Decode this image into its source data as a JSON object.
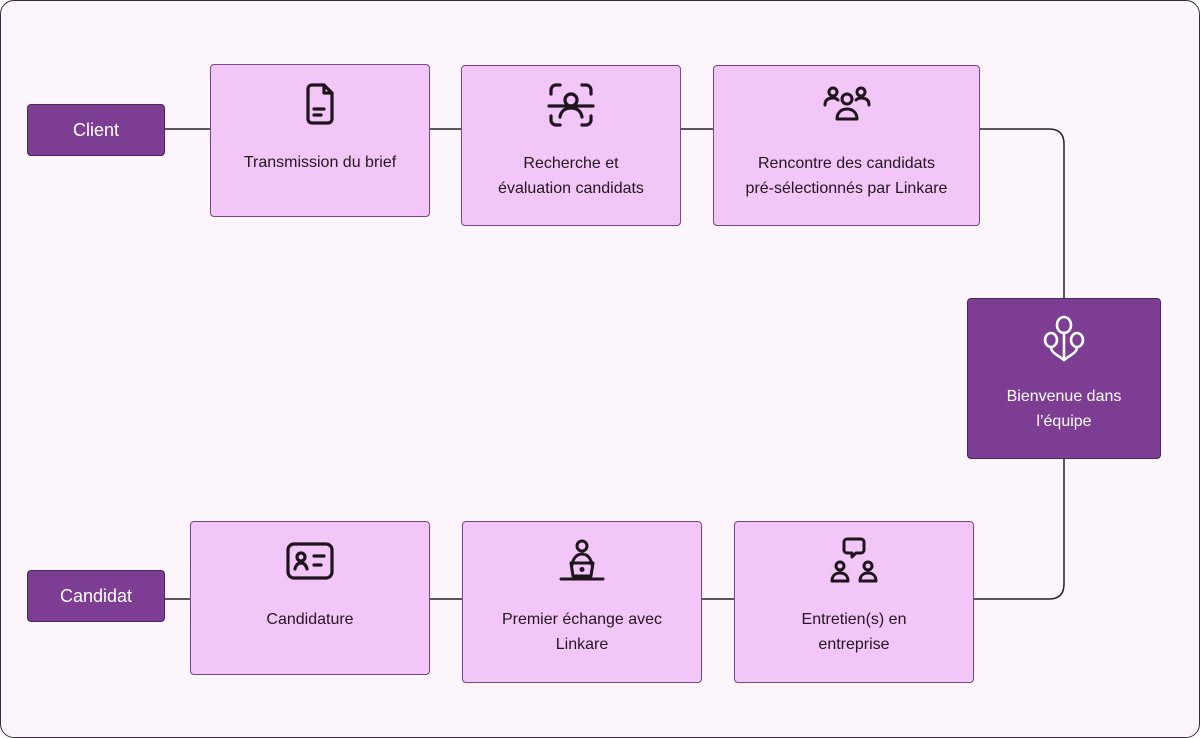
{
  "colors": {
    "node_fill": "#f2c6f7",
    "node_border": "#7a4590",
    "accent": "#7d3d93",
    "line": "#2a1f2a",
    "background": "#fcf5fc"
  },
  "start_nodes": {
    "client": "Client",
    "candidat": "Candidat"
  },
  "top_flow": [
    {
      "label": "Transmission du brief",
      "icon": "document-icon"
    },
    {
      "label": "Recherche et\névaluation candidats",
      "icon": "face-scan-icon"
    },
    {
      "label": "Rencontre des candidats\npré-sélectionnés par Linkare",
      "icon": "user-group-icon"
    }
  ],
  "merge_node": {
    "label": "Bienvenue dans\nl’équipe",
    "icon": "balloons-icon"
  },
  "bottom_flow": [
    {
      "label": "Candidature",
      "icon": "id-card-icon"
    },
    {
      "label": "Premier échange avec\nLinkare",
      "icon": "person-laptop-icon"
    },
    {
      "label": "Entretien(s) en\nentreprise",
      "icon": "interview-chat-icon"
    }
  ]
}
